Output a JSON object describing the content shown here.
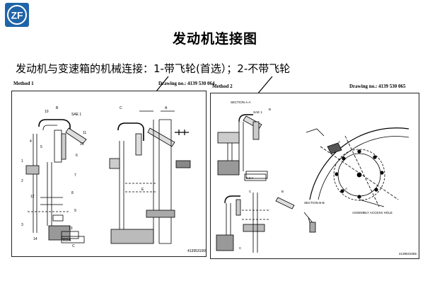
{
  "logo": {
    "text": "ZF",
    "color": "#1f64a8"
  },
  "title": "发动机连接图",
  "subtitle": "发动机与变速箱的机械连接：1-带飞轮(首选）；2-不带飞轮",
  "method1": {
    "label": "Method 1",
    "drawing": "Drawing no.: 4139 530 064",
    "sheet_no": "4139531065",
    "view_label": "",
    "tolerance": "0.3 A",
    "sae": "SAE 1",
    "labels": [
      "B",
      "A",
      "C",
      "1",
      "2",
      "3",
      "4",
      "5",
      "6",
      "7",
      "8",
      "9",
      "10",
      "11",
      "12",
      "13",
      "14",
      "15",
      "C",
      "E"
    ]
  },
  "method2": {
    "label": "Method 2",
    "drawing": "Drawing no.: 4139 530 065",
    "section_aa": "SECTION A-A",
    "section_bb": "SECTION B-B",
    "sae": "SAE 1",
    "tolerance": "0.3 A",
    "access_note": "ASSEMBLY ACCESS HOLE",
    "sheet_no": "4139531065",
    "labels": [
      "A",
      "B",
      "C",
      "A",
      "B",
      "C"
    ]
  }
}
